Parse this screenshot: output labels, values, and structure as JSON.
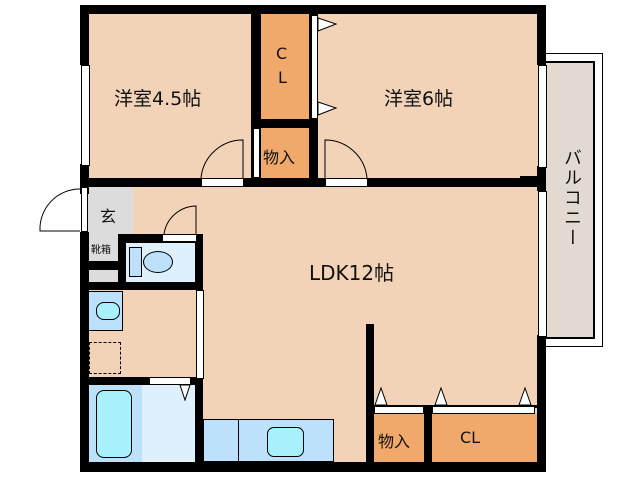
{
  "floorplan": {
    "rooms": {
      "western_room_a": {
        "label": "洋室4.5帖"
      },
      "western_room_b": {
        "label": "洋室6帖"
      },
      "ldk": {
        "label": "LDK12帖"
      },
      "closet_top": {
        "label_line1": "C",
        "label_line2": "L"
      },
      "storage_top": {
        "label": "物入"
      },
      "storage_bottom": {
        "label": "物入"
      },
      "closet_bottom": {
        "label": "CL"
      },
      "entrance": {
        "label": "玄"
      },
      "shoe_box": {
        "label": "靴箱"
      },
      "balcony": {
        "label": "バルコニー"
      }
    },
    "colors": {
      "floor": "#f2d3b8",
      "closet": "#f0a96a",
      "entrance": "#dcdcdc",
      "wet_area": "#def0fc",
      "fixture": "#bde0fb",
      "fixture_water": "#a8f0fb",
      "balcony": "#e2d9d1",
      "wall": "#000000"
    }
  }
}
